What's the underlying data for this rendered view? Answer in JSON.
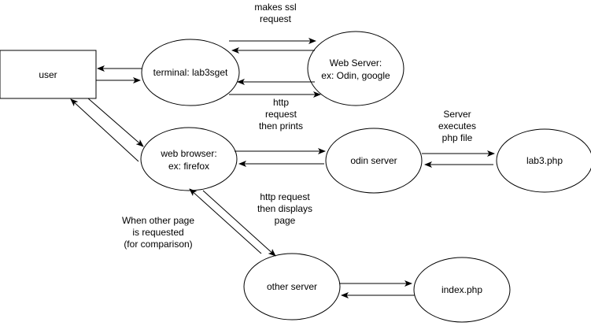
{
  "nodes": {
    "user": "user",
    "terminal": "terminal: lab3sget",
    "webserver": [
      "Web Server:",
      "ex: Odin, google"
    ],
    "browser": [
      "web browser:",
      "ex: firefox"
    ],
    "odin": "odin server",
    "lab3php": "lab3.php",
    "other": "other server",
    "index": "index.php"
  },
  "labels": {
    "ssl": [
      "makes ssl",
      "request"
    ],
    "http_prints": [
      "http",
      "request",
      "then prints"
    ],
    "server_exec": [
      "Server",
      "executes",
      "php file"
    ],
    "http_displays": [
      "http request",
      "then displays",
      "page"
    ],
    "other_page": [
      "When other page",
      "is requested",
      "(for comparison)"
    ]
  }
}
